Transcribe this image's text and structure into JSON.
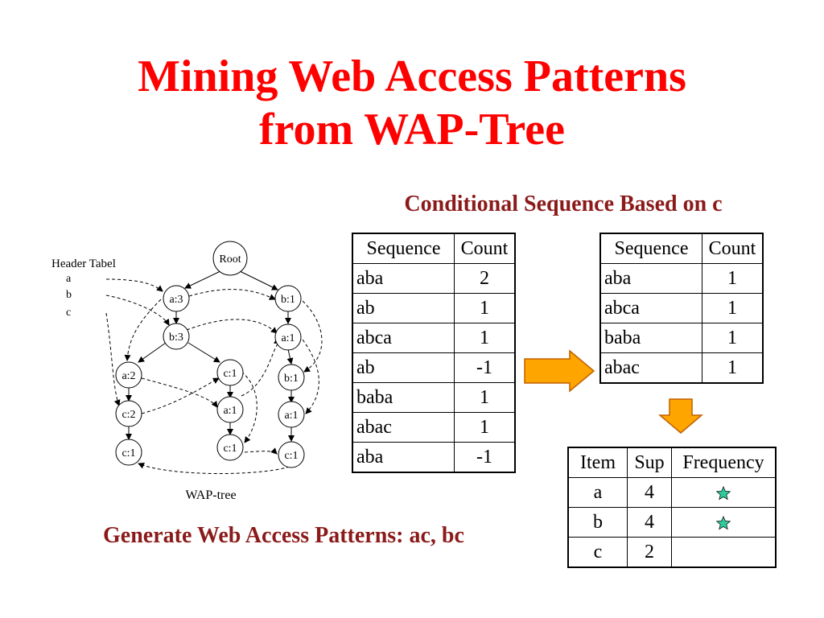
{
  "title": {
    "line1": "Mining Web Access Patterns",
    "line2": "from WAP-Tree"
  },
  "subtitle": "Conditional Sequence Based on c",
  "footer": "Generate Web Access Patterns: ac, bc",
  "diagram": {
    "header_title": "Header Tabel",
    "header_items": [
      "a",
      "b",
      "c"
    ],
    "caption": "WAP-tree",
    "nodes": {
      "root": "Root",
      "a3": "a:3",
      "b3": "b:3",
      "a2": "a:2",
      "c2": "c:2",
      "c1_left": "c:1",
      "c1_mid_top": "c:1",
      "a1_mid": "a:1",
      "c1_mid_bottom": "c:1",
      "b1_top": "b:1",
      "a1_right_top": "a:1",
      "b1_right": "b:1",
      "a1_right_bottom": "a:1",
      "c1_right": "c:1"
    }
  },
  "table1": {
    "headers": [
      "Sequence",
      "Count"
    ],
    "rows": [
      [
        "aba",
        "2"
      ],
      [
        "ab",
        "1"
      ],
      [
        "abca",
        "1"
      ],
      [
        "ab",
        "-1"
      ],
      [
        "baba",
        "1"
      ],
      [
        "abac",
        "1"
      ],
      [
        "aba",
        "-1"
      ]
    ]
  },
  "table2": {
    "headers": [
      "Sequence",
      "Count"
    ],
    "rows": [
      [
        "aba",
        "1"
      ],
      [
        "abca",
        "1"
      ],
      [
        "baba",
        "1"
      ],
      [
        "abac",
        "1"
      ]
    ]
  },
  "table3": {
    "headers": [
      "Item",
      "Sup",
      "Frequency"
    ],
    "rows": [
      [
        "a",
        "4"
      ],
      [
        "b",
        "4"
      ],
      [
        "c",
        "2"
      ]
    ],
    "frequent": [
      true,
      true,
      false
    ]
  },
  "colors": {
    "title": "#ff0000",
    "subtitle": "#8b1a1a",
    "arrow_fill": "#ffa500",
    "arrow_stroke": "#c06000",
    "star_fill": "#2ecc9a"
  }
}
